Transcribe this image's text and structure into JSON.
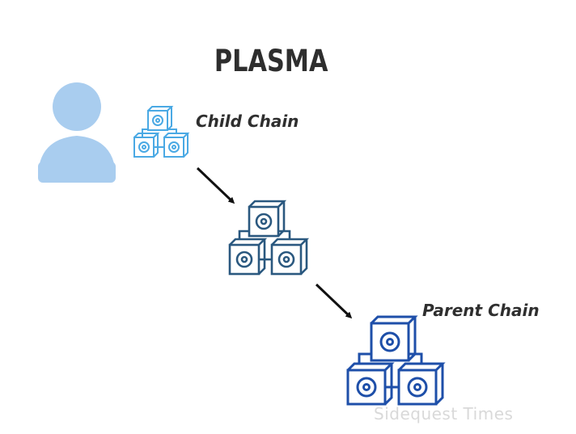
{
  "diagram": {
    "title": "PLASMA",
    "child_label": "Child Chain",
    "parent_label": "Parent Chain",
    "watermark": "Sidequest Times"
  },
  "colors": {
    "user": "#a9cdef",
    "child_chain": "#4aa9e4",
    "middle_chain": "#2a587f",
    "parent_chain": "#1e4fa9",
    "arrow": "#111111",
    "text": "#2f2f2f"
  },
  "icons": [
    "user-icon",
    "child-chain-blocks-icon",
    "middle-chain-blocks-icon",
    "parent-chain-blocks-icon",
    "arrow-icon"
  ]
}
